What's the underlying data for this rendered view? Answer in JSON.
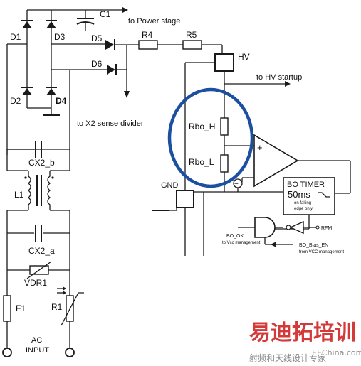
{
  "labels": {
    "c1": "C1",
    "to_power_stage": "to Power stage",
    "d1": "D1",
    "d3": "D3",
    "d5": "D5",
    "r4": "R4",
    "r5": "R5",
    "hv": "HV",
    "d6": "D6",
    "to_hv_startup": "to HV startup",
    "d2": "D2",
    "d4": "D4",
    "to_x2_sense": "to X2 sense divider",
    "rbo_h": "Rbo_H",
    "rbo_l": "Rbo_L",
    "cx2_b": "CX2_b",
    "gnd": "GND",
    "bo_timer": "BO TIMER",
    "bo_timer_time": "50ms",
    "bo_timer_sub1": "on falling",
    "bo_timer_sub2": "edge only",
    "l1": "L1",
    "bo_ok": "BO_OK",
    "bo_ok_sub": "to Vcc management",
    "rfm": "RFM",
    "bo_bias_en": "BO_Bias_EN",
    "bo_bias_sub": "from VCC management",
    "cx2_a": "CX2_a",
    "vdr1": "VDR1",
    "f1": "F1",
    "r1": "R1",
    "ac": "AC",
    "input": "INPUT",
    "plus": "+",
    "minus": "−"
  },
  "watermark": {
    "cn_title": "易迪拓培训",
    "site": "EEChina.com",
    "cn_sub": "射频和天线设计专家"
  },
  "colors": {
    "wire": "#1a1a1a",
    "highlight_ring": "#1c4fa0",
    "watermark_red": "#d33a3a",
    "watermark_gray": "#8a8a8a"
  }
}
